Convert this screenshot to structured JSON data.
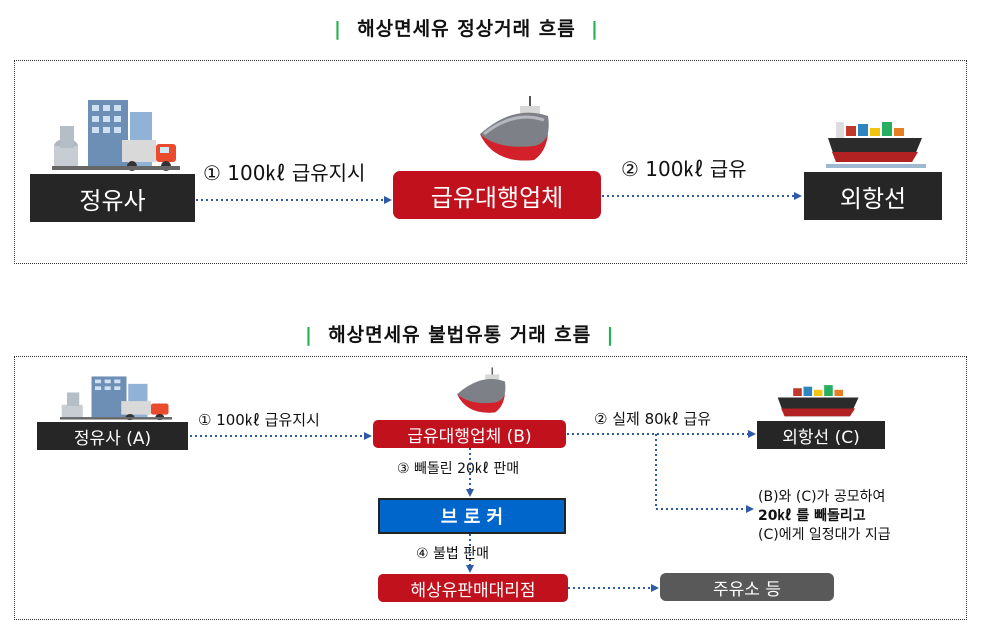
{
  "normal": {
    "title": "해상면세유 정상거래 흐름",
    "refinery": "정유사",
    "supplier": "급유대행업체",
    "ship": "외항선",
    "step1": "① 100㎘ 급유지시",
    "step2": "② 100㎘ 급유"
  },
  "illegal": {
    "title": "해상면세유 불법유통 거래 흐름",
    "refinery": "정유사 (A)",
    "supplier": "급유대행업체 (B)",
    "ship": "외항선 (C)",
    "broker": "브 로 커",
    "agency": "해상유판매대리점",
    "gas_station": "주유소 등",
    "step1": "① 100㎘ 급유지시",
    "step2": "② 실제 80㎘ 급유",
    "step3": "③ 빼돌린 20㎘ 판매",
    "step4": "④ 불법 판매",
    "note_line1": "(B)와 (C)가 공모하여",
    "note_line2": "20㎘ 를 빼돌리고",
    "note_line3": "(C)에게 일정대가 지급"
  },
  "colors": {
    "title_bar": "#22b14c",
    "dark_box": "#262626",
    "red_box": "#c0111d",
    "blue_box": "#0066cc",
    "grey_box": "#595959",
    "dotted_arrow": "#2e5aa8"
  },
  "icons": [
    "refinery-truck-icon",
    "tanker-ship-icon",
    "container-ship-icon"
  ]
}
